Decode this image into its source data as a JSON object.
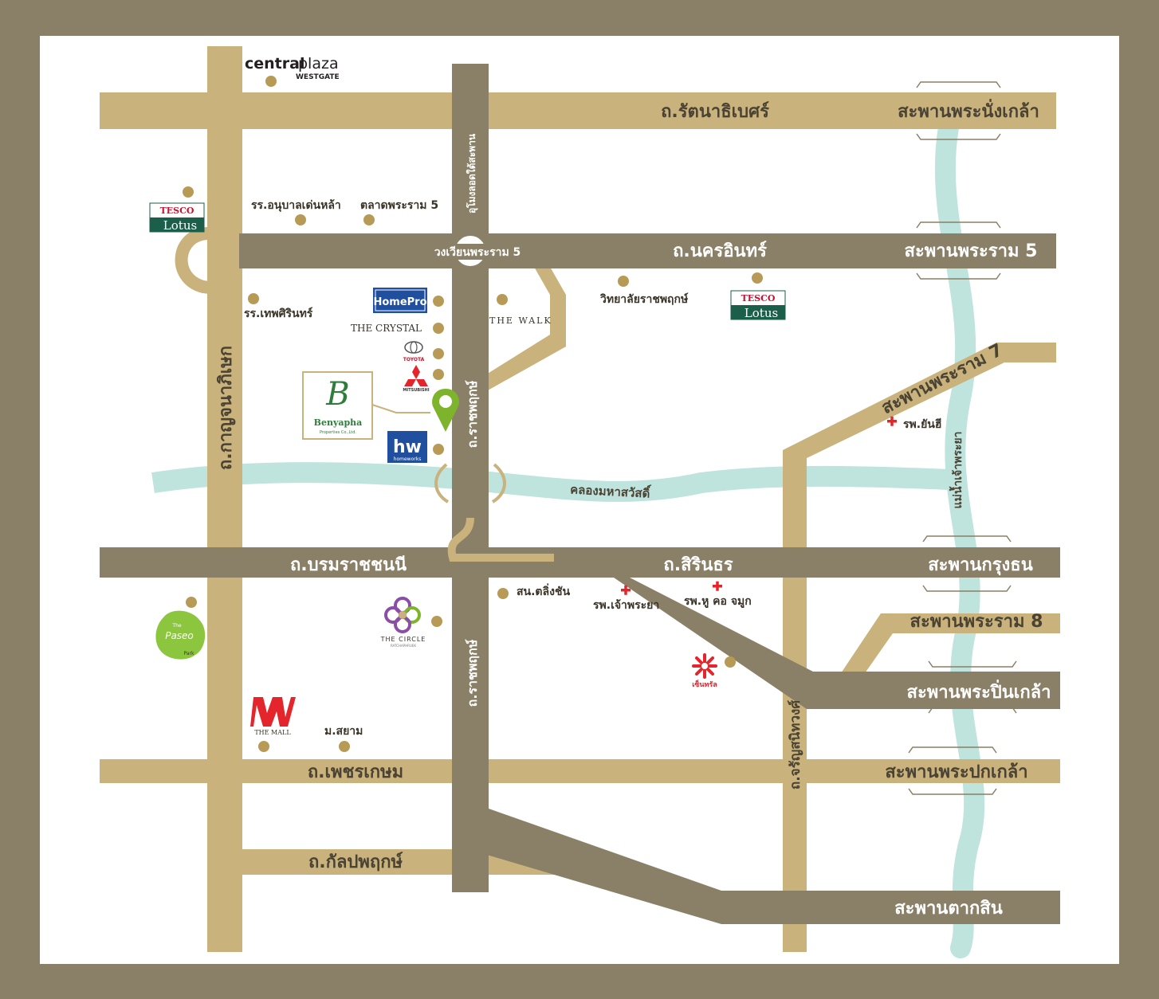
{
  "colors": {
    "frame": "#8a7f67",
    "background": "#ffffff",
    "road_gold": "#c9b27b",
    "road_gray": "#8a7f67",
    "water": "#bfe3dd",
    "marker_gold": "#b89a57",
    "pin_green": "#7db42c",
    "hospital_red": "#e4252b"
  },
  "roads": {
    "rattanathibet": "ถ.รัตนาธิเบศร์",
    "nakhon_in": "ถ.นครอินทร์",
    "borommaratchachonnani": "ถ.บรมราชชนนี",
    "sirindhorn": "ถ.สิรินธร",
    "phetkasem": "ถ.เพชรเกษม",
    "kanlapaphruek": "ถ.กัลปพฤกษ์",
    "kanchanaphisek": "ถ.กาญจนาภิเษก",
    "ratchaphruek_north": "ถ.ราชพฤกษ์",
    "ratchaphruek_south": "ถ.ราชพฤกษ์",
    "charansanitwong": "ถ.จรัญสนิทวงศ์",
    "underpass": "อุโมงลอดใต้สะพาน",
    "roundabout": "วงเวียนพระราม 5"
  },
  "bridges": {
    "phra_nang_klao": "สะพานพระนั่งเกล้า",
    "rama5": "สะพานพระราม 5",
    "rama7": "สะพานพระราม 7",
    "krung_thon": "สะพานกรุงธน",
    "rama8": "สะพานพระราม 8",
    "pin_klao": "สะพานพระปิ่นเกล้า",
    "phra_pok_klao": "สะพานพระปกเกล้า",
    "taksin": "สะพานตากสิน"
  },
  "water": {
    "canal": "คลองมหาสวัสดิ์",
    "river": "แม่น้ำเจ้าพระยา"
  },
  "places": {
    "central_brand_bold": "central",
    "central_brand_light": "plaza",
    "central_sub": "WESTGATE",
    "kindergarten": "รร.อนุบาลเด่นหล้า",
    "market": "ตลาดพระราม 5",
    "tesco_top": "TESCO",
    "tesco_bottom": "Lotus",
    "thepsirin": "รร.เทพศิรินทร์",
    "homepro": "HomePro",
    "the_crystal": "THE CRYSTAL",
    "toyota": "TOYOTA",
    "mitsubishi": "MITSUBISHI",
    "the_walk": "THE WALK",
    "ratchaphruek_college": "วิทยาลัยราชพฤกษ์",
    "benyapha_name": "Benyapha",
    "benyapha_sub": "Properties Co.,Ltd.",
    "homeworks_short": "hw",
    "homeworks_name": "homeworks",
    "yanhee": "รพ.ยันฮี",
    "taling_chan": "สน.ตลิ่งชัน",
    "chao_phraya_hosp": "รพ.เจ้าพระยา",
    "ent_hosp": "รพ.หู คอ จมูก",
    "the_circle": "THE CIRCLE",
    "the_circle_sub": "RATCHAPHRUEK",
    "paseo_top": "The",
    "paseo_name": "Paseo",
    "paseo_sub": "Park",
    "central_plaza_pinklao": "เซ็นทรัล",
    "the_mall": "THE MALL",
    "siam_uni": "ม.สยาม"
  }
}
